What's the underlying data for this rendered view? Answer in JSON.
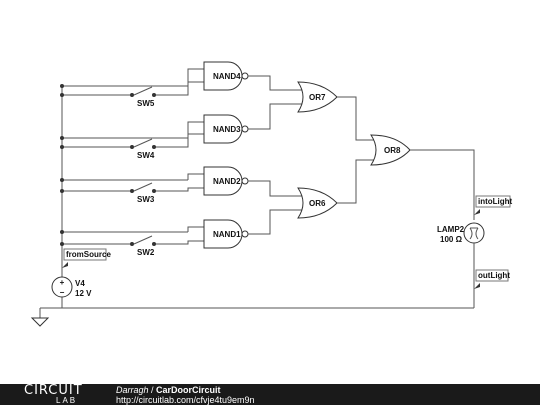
{
  "gates": {
    "nand4": "NAND4",
    "nand3": "NAND3",
    "nand2": "NAND2",
    "nand1": "NAND1",
    "or7": "OR7",
    "or6": "OR6",
    "or8": "OR8"
  },
  "switches": {
    "sw5": "SW5",
    "sw4": "SW4",
    "sw3": "SW3",
    "sw2": "SW2"
  },
  "source": {
    "name": "V4",
    "value": "12 V",
    "plus": "+",
    "minus": "−"
  },
  "lamp": {
    "name": "LAMP2",
    "value": "100 Ω"
  },
  "nets": {
    "from_source": "fromSource",
    "into_light": "intoLight",
    "out_light": "outLight"
  },
  "footer": {
    "logo_top": "CIRCUIT",
    "logo_bottom": "LAB",
    "author": "Darragh",
    "separator": " / ",
    "title": "CarDoorCircuit",
    "url": "http://circuitlab.com/cfvje4tu9em9n"
  }
}
